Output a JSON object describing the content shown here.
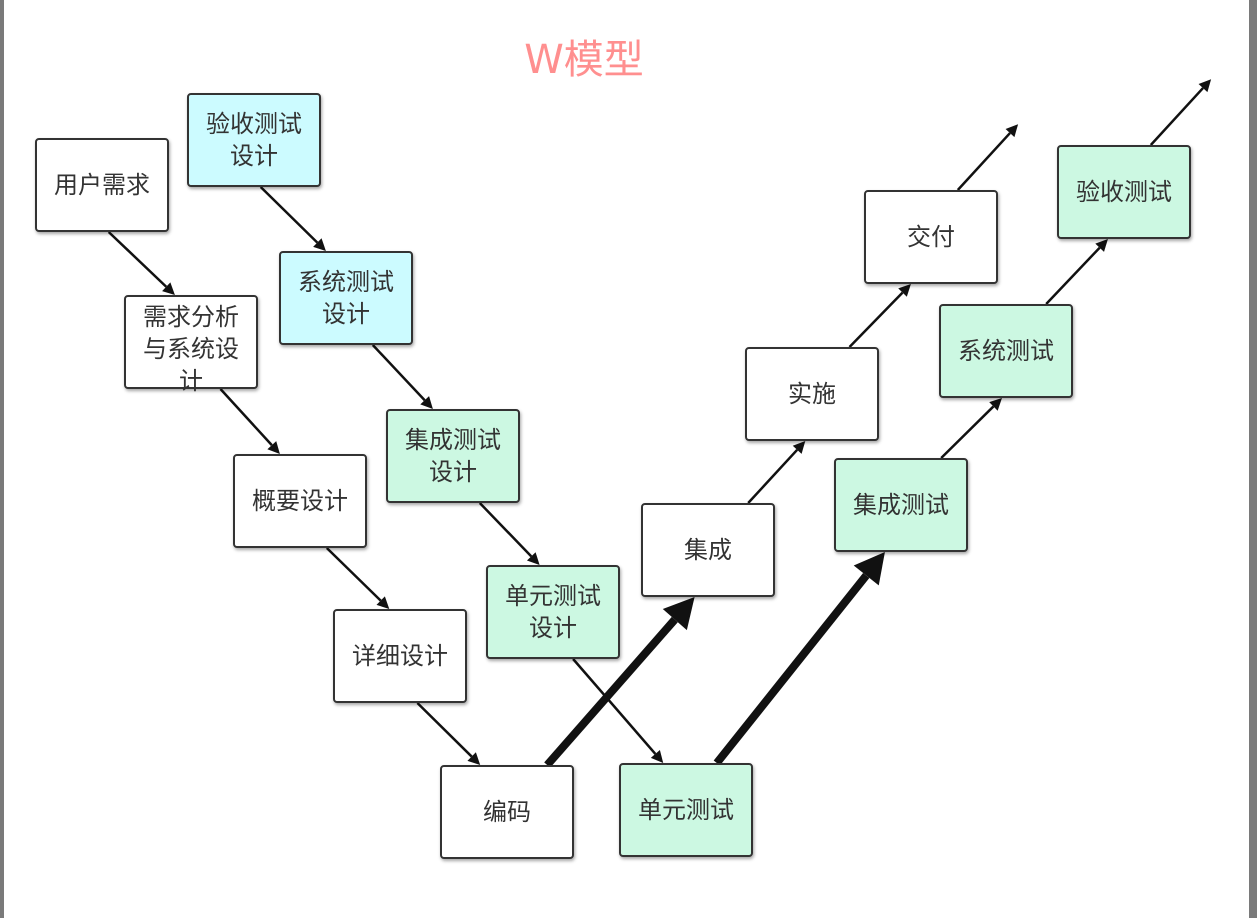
{
  "title": "W模型",
  "colors": {
    "title": "#ff8f8f",
    "dev_box_fill": "#ffffff",
    "test_design_box_fill": "#ccfbff",
    "test_box_fill": "#ccf8e2",
    "border": "#333333",
    "arrow": "#111111"
  },
  "nodes": [
    {
      "id": "user-requirements",
      "label": "用户需求",
      "kind": "dev"
    },
    {
      "id": "requirements-analysis",
      "label": "需求分析与系统设计",
      "kind": "dev"
    },
    {
      "id": "high-level-design",
      "label": "概要设计",
      "kind": "dev"
    },
    {
      "id": "detailed-design",
      "label": "详细设计",
      "kind": "dev"
    },
    {
      "id": "coding",
      "label": "编码",
      "kind": "dev"
    },
    {
      "id": "integration",
      "label": "集成",
      "kind": "dev"
    },
    {
      "id": "implementation",
      "label": "实施",
      "kind": "dev"
    },
    {
      "id": "delivery",
      "label": "交付",
      "kind": "dev"
    },
    {
      "id": "acceptance-test-design",
      "label": "验收测试设计",
      "kind": "test-design"
    },
    {
      "id": "system-test-design",
      "label": "系统测试设计",
      "kind": "test-design"
    },
    {
      "id": "integration-test-design",
      "label": "集成测试设计",
      "kind": "test-design-green"
    },
    {
      "id": "unit-test-design",
      "label": "单元测试设计",
      "kind": "test-design-green"
    },
    {
      "id": "unit-test",
      "label": "单元测试",
      "kind": "test"
    },
    {
      "id": "integration-test",
      "label": "集成测试",
      "kind": "test"
    },
    {
      "id": "system-test",
      "label": "系统测试",
      "kind": "test"
    },
    {
      "id": "acceptance-test",
      "label": "验收测试",
      "kind": "test"
    }
  ],
  "edges": [
    {
      "from": "user-requirements",
      "to": "requirements-analysis",
      "style": "thin"
    },
    {
      "from": "requirements-analysis",
      "to": "high-level-design",
      "style": "thin"
    },
    {
      "from": "high-level-design",
      "to": "detailed-design",
      "style": "thin"
    },
    {
      "from": "detailed-design",
      "to": "coding",
      "style": "thin"
    },
    {
      "from": "acceptance-test-design",
      "to": "system-test-design",
      "style": "thin"
    },
    {
      "from": "system-test-design",
      "to": "integration-test-design",
      "style": "thin"
    },
    {
      "from": "integration-test-design",
      "to": "unit-test-design",
      "style": "thin"
    },
    {
      "from": "unit-test-design",
      "to": "unit-test",
      "style": "thin"
    },
    {
      "from": "coding",
      "to": "integration",
      "style": "thick"
    },
    {
      "from": "unit-test",
      "to": "integration-test",
      "style": "thick"
    },
    {
      "from": "integration",
      "to": "implementation",
      "style": "thin"
    },
    {
      "from": "implementation",
      "to": "delivery",
      "style": "thin"
    },
    {
      "from": "delivery",
      "to": "",
      "style": "thin"
    },
    {
      "from": "integration-test",
      "to": "system-test",
      "style": "thin"
    },
    {
      "from": "system-test",
      "to": "acceptance-test",
      "style": "thin"
    },
    {
      "from": "acceptance-test",
      "to": "",
      "style": "thin"
    }
  ]
}
